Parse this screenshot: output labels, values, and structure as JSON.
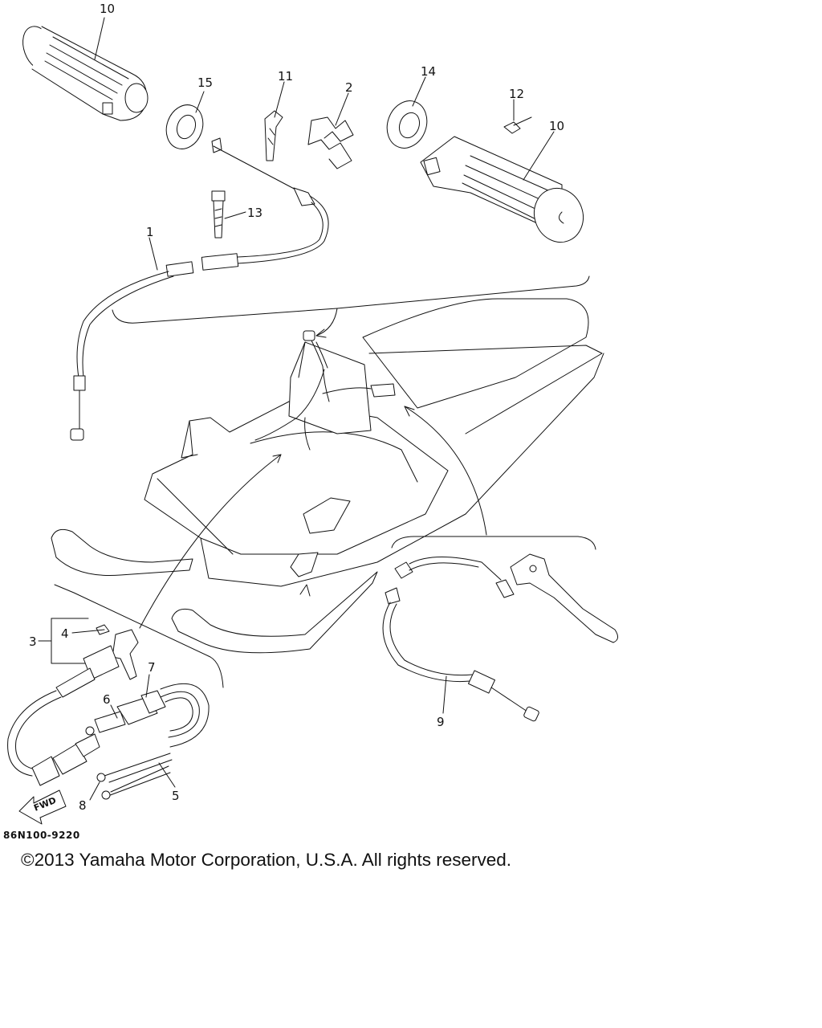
{
  "diagram": {
    "callouts": {
      "c10a": "10",
      "c15": "15",
      "c11": "11",
      "c2": "2",
      "c14": "14",
      "c12": "12",
      "c10b": "10",
      "c13": "13",
      "c1": "1",
      "c3": "3",
      "c4": "4",
      "c7": "7",
      "c6": "6",
      "c8": "8",
      "c5": "5",
      "c9": "9"
    },
    "fwd_label": "FWD",
    "drawing_code": "86N100-9220"
  },
  "footer": {
    "copyright": "©2013 Yamaha Motor Corporation, U.S.A. All rights reserved."
  }
}
